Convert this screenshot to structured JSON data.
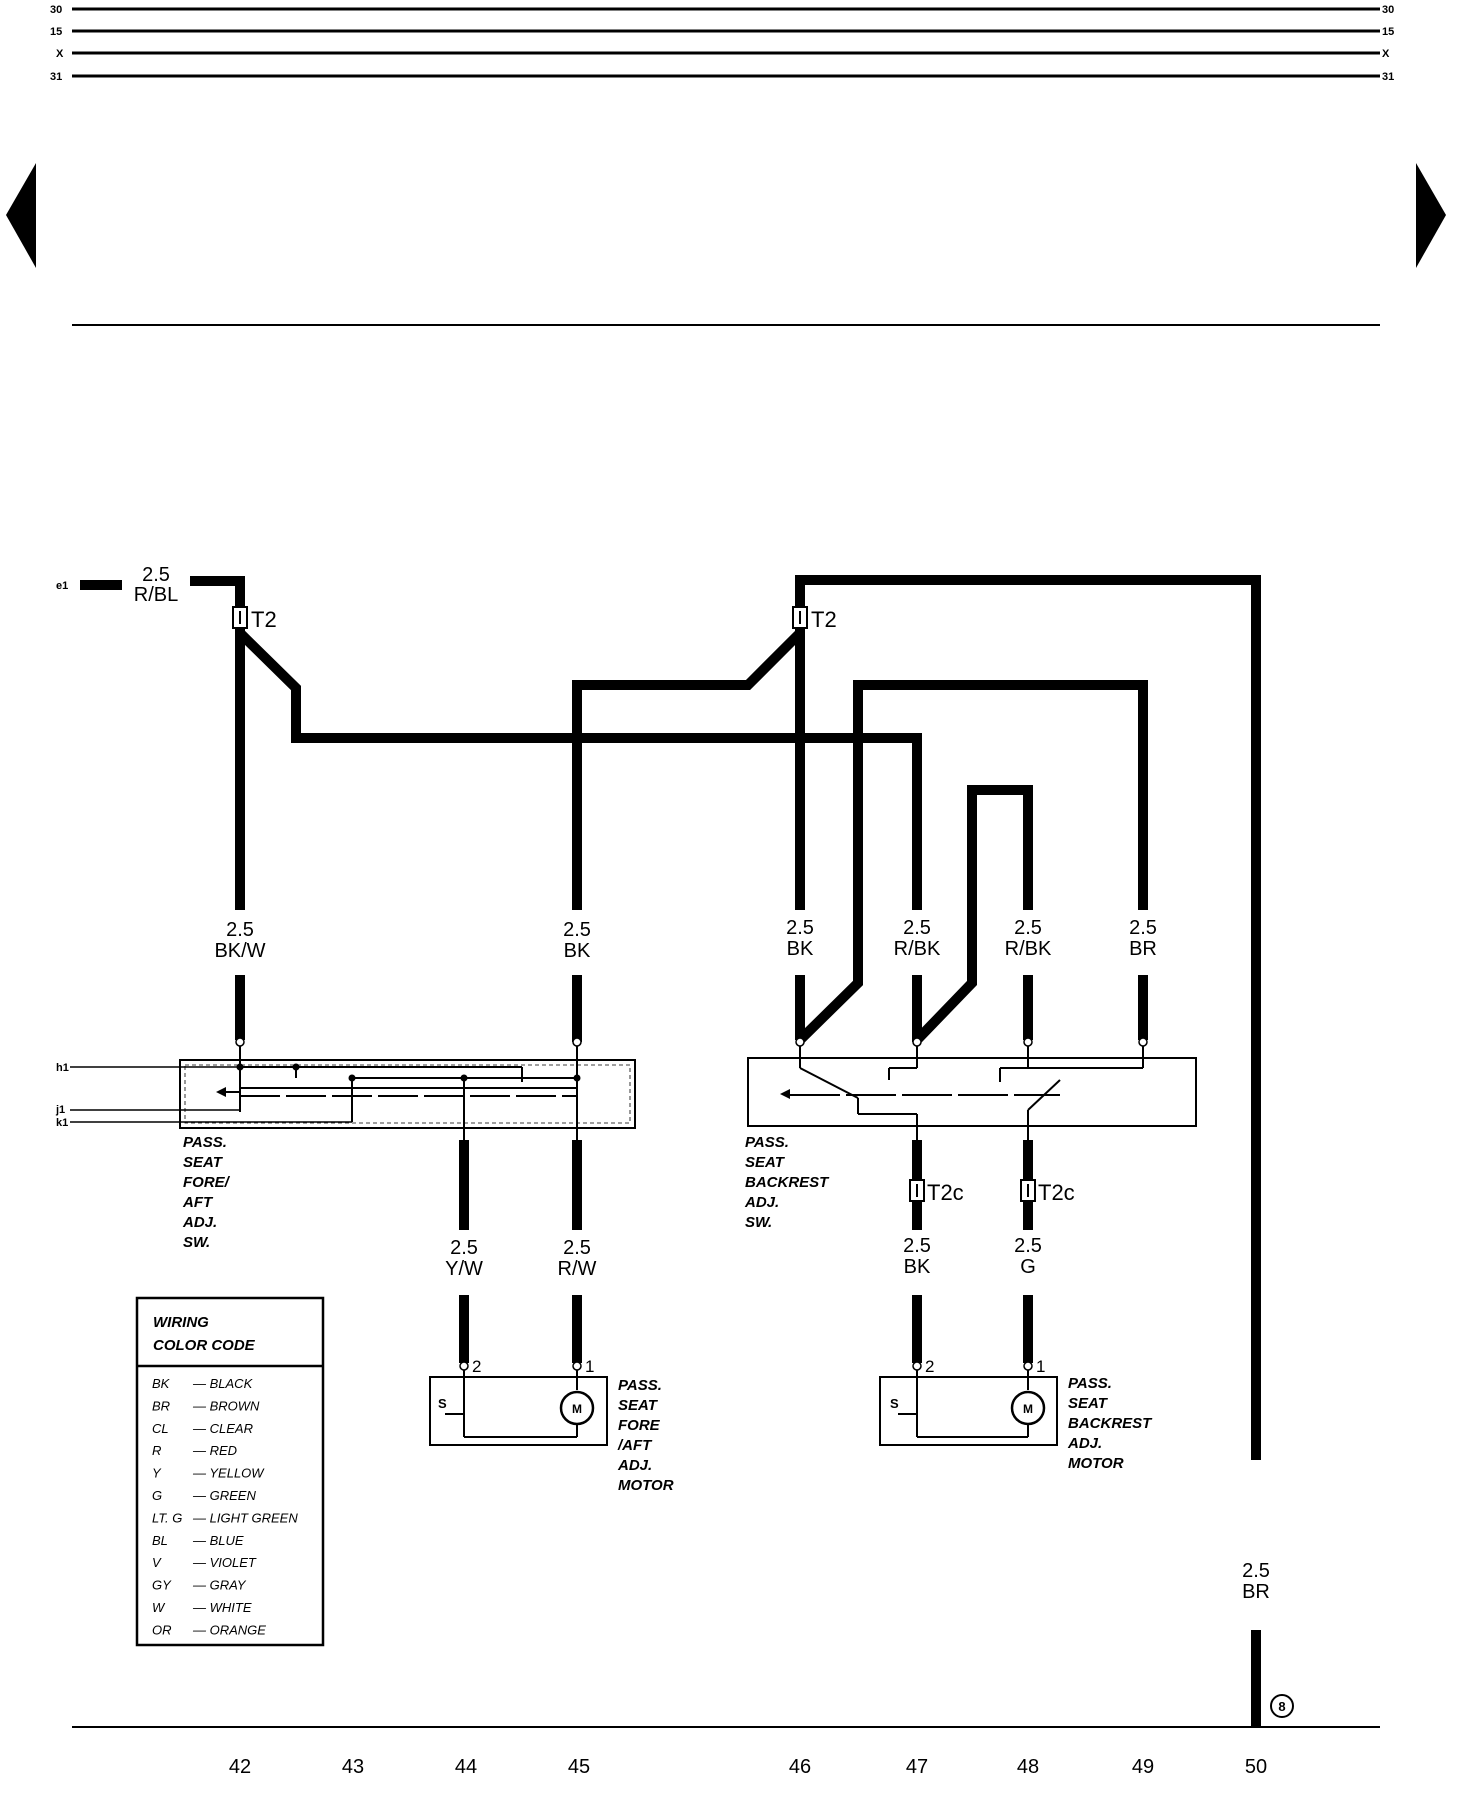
{
  "bus_lines": {
    "left": [
      "30",
      "15",
      "X",
      "31"
    ],
    "right": [
      "30",
      "15",
      "X",
      "31"
    ]
  },
  "wires": {
    "e1_feed": {
      "gauge": "2.5",
      "color": "R/BL"
    },
    "w42": {
      "gauge": "2.5",
      "color": "BK/W"
    },
    "w45_upper": {
      "gauge": "2.5",
      "color": "BK"
    },
    "w46": {
      "gauge": "2.5",
      "color": "BK"
    },
    "w47_upper": {
      "gauge": "2.5",
      "color": "R/BK"
    },
    "w48_upper": {
      "gauge": "2.5",
      "color": "R/BK"
    },
    "w49": {
      "gauge": "2.5",
      "color": "BR"
    },
    "w44_lower": {
      "gauge": "2.5",
      "color": "Y/W"
    },
    "w45_lower": {
      "gauge": "2.5",
      "color": "R/W"
    },
    "w47_lower": {
      "gauge": "2.5",
      "color": "BK"
    },
    "w48_lower": {
      "gauge": "2.5",
      "color": "G"
    },
    "w50": {
      "gauge": "2.5",
      "color": "BR"
    }
  },
  "connectors": {
    "t2_left": "T2",
    "t2_right": "T2",
    "t2c_47": "T2c",
    "t2c_48": "T2c"
  },
  "inputs": {
    "e1": "e1",
    "h1": "h1",
    "j1": "j1",
    "k1": "k1"
  },
  "components": {
    "fore_aft_switch": [
      "PASS.",
      "SEAT",
      "FORE/",
      "AFT",
      "ADJ.",
      "SW."
    ],
    "backrest_switch": [
      "PASS.",
      "SEAT",
      "BACKREST",
      "ADJ.",
      "SW."
    ],
    "fore_aft_motor": [
      "PASS.",
      "SEAT",
      "FORE",
      "/AFT",
      "ADJ.",
      "MOTOR"
    ],
    "backrest_motor": [
      "PASS.",
      "SEAT",
      "BACKREST",
      "ADJ.",
      "MOTOR"
    ]
  },
  "motor_pins": {
    "fa_pin2": "2",
    "fa_pin1": "1",
    "br_pin2": "2",
    "br_pin1": "1",
    "motor_symbol": "M"
  },
  "ground_point": "8",
  "legend": {
    "title_line1": "WIRING",
    "title_line2": "COLOR CODE",
    "rows": [
      {
        "code": "BK",
        "name": "— BLACK"
      },
      {
        "code": "BR",
        "name": "— BROWN"
      },
      {
        "code": "CL",
        "name": "— CLEAR"
      },
      {
        "code": "R",
        "name": "— RED"
      },
      {
        "code": "Y",
        "name": "— YELLOW"
      },
      {
        "code": "G",
        "name": "— GREEN"
      },
      {
        "code": "LT. G",
        "name": "— LIGHT GREEN"
      },
      {
        "code": "BL",
        "name": "— BLUE"
      },
      {
        "code": "V",
        "name": "— VIOLET"
      },
      {
        "code": "GY",
        "name": "— GRAY"
      },
      {
        "code": "W",
        "name": "— WHITE"
      },
      {
        "code": "OR",
        "name": "— ORANGE"
      }
    ]
  },
  "columns": [
    "42",
    "43",
    "44",
    "45",
    "46",
    "47",
    "48",
    "49",
    "50"
  ]
}
